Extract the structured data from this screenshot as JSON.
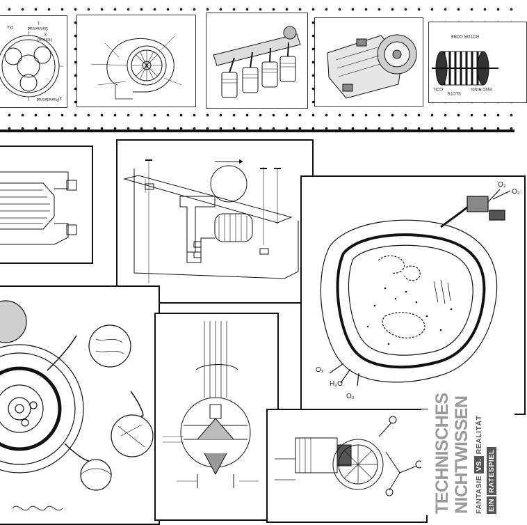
{
  "poster": {
    "title_line1": "TECHNISCHES",
    "title_line2": "NICHTWISSEN",
    "subtitle_left": "FANTASIE",
    "subtitle_vs": "VS.",
    "subtitle_right": "REALITÄT",
    "tagline_word1": "EIN",
    "tagline_word2": "RATESPIEL"
  },
  "cards": {
    "gear": {
      "label_top": "Sonnenrad",
      "label_top_num": "1",
      "label_mid": "Hohlrad",
      "label_mid_num": "3",
      "label_bottom": "Planetenrad",
      "label_bottom_num": "2",
      "label_cut": "Pla"
    },
    "motor": {
      "label_rotor": "ROTOR CORE",
      "label_slots": "SLOTS",
      "label_endring": "END RING",
      "label_coil": "COIL"
    }
  },
  "panels": {
    "cell": {
      "label_o2_in": "O₂",
      "label_h2o": "H₂O",
      "label_o2_low": "O₂",
      "label_out1": "O₂",
      "label_out2": "O₂"
    }
  },
  "colors": {
    "ink": "#111111",
    "title_grey": "#9a9a9a",
    "box_grey": "#555555"
  }
}
